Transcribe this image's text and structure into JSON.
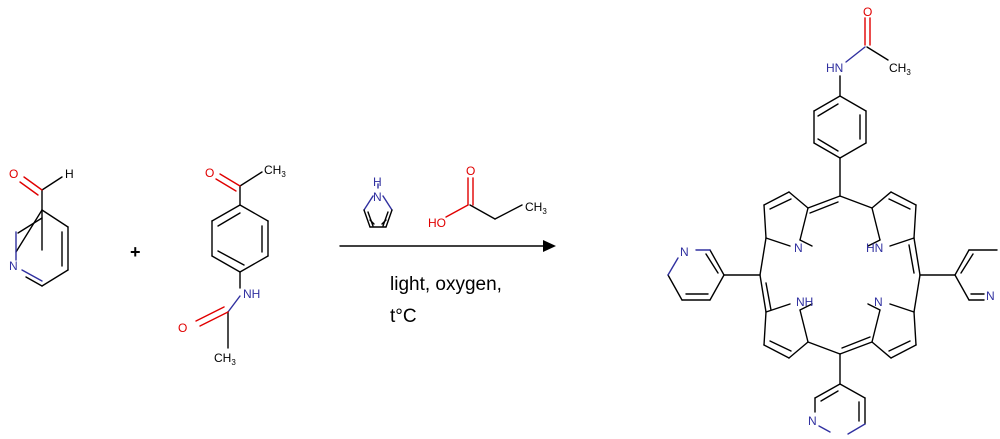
{
  "reaction": {
    "plus_sign": "+",
    "conditions_line1": "light, oxygen,",
    "conditions_line2": "t°C"
  },
  "atom_labels": {
    "oxygen": "O",
    "nitrogen": "N",
    "hydrogen": "H",
    "hydroxyl": "HO",
    "amine_nh": "NH",
    "amine_hn": "HN",
    "methyl": "CH",
    "methyl_subscript": "3"
  },
  "colors": {
    "bond": "#000000",
    "oxygen": "#e00000",
    "nitrogen": "#3030a0"
  }
}
